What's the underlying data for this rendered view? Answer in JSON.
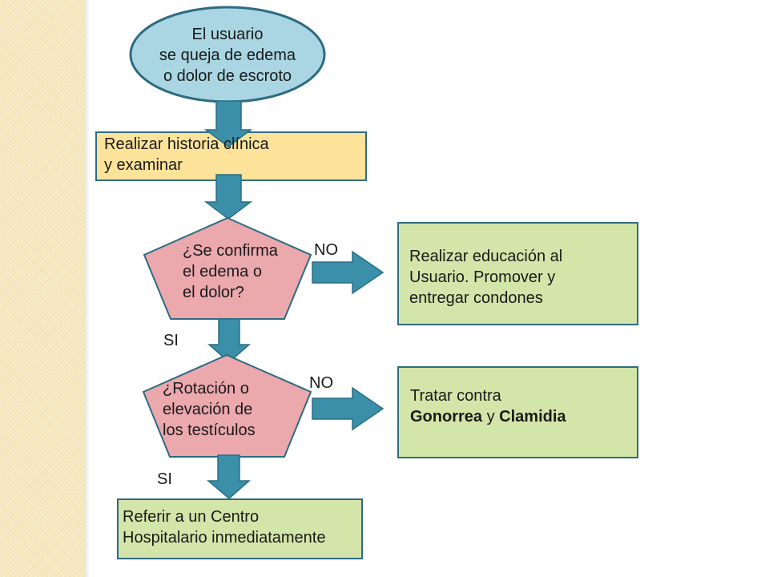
{
  "colors": {
    "arrow": "#3b8fa8",
    "arrow_stroke": "#2b6f85",
    "oval": "#a9d6e2",
    "oval_stroke": "#2e6b82",
    "rect_yellow": "#fde29a",
    "rect_green": "#d3e5a8",
    "pentagon": "#eba8ad",
    "shape_stroke": "#2e6b82"
  },
  "start": {
    "lines": [
      "El usuario",
      "se queja de edema",
      "o dolor de escroto"
    ]
  },
  "step1": {
    "lines": [
      "Realizar historia clínica",
      "y examinar"
    ]
  },
  "decision1": {
    "lines": [
      "¿Se confirma",
      "el edema o",
      "el dolor?"
    ],
    "no_label": "NO",
    "yes_label": "SI"
  },
  "outcome_no1": {
    "lines": [
      "Realizar educación al",
      "Usuario. Promover y",
      "entregar condones"
    ]
  },
  "decision2": {
    "lines": [
      "¿Rotación o",
      "elevación de",
      "los testículos"
    ],
    "no_label": "NO",
    "yes_label": "SI"
  },
  "outcome_no2": {
    "line1": "Tratar contra",
    "bold1": "Gonorrea",
    "connector": " y ",
    "bold2": "Clamidia"
  },
  "final": {
    "lines": [
      "Referir a un Centro",
      "Hospitalario inmediatamente"
    ]
  }
}
